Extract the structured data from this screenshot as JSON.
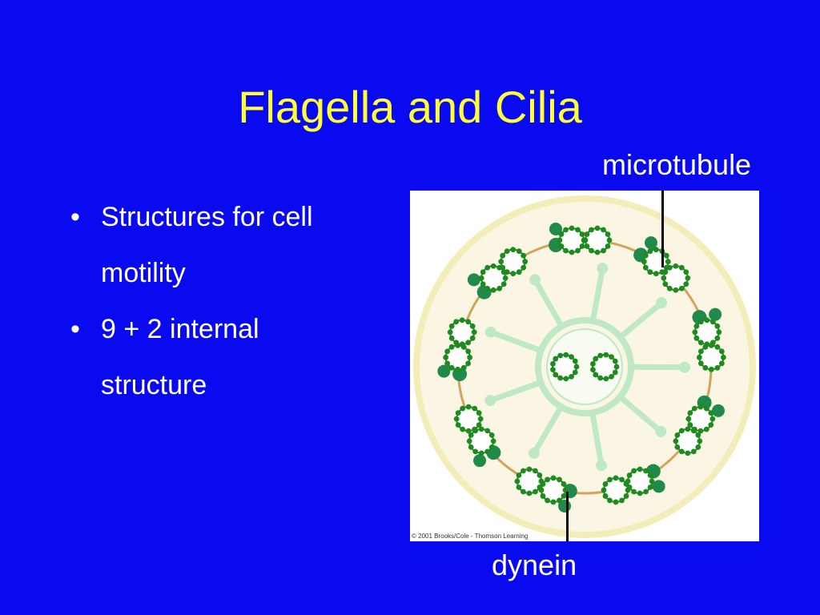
{
  "slide": {
    "title": "Flagella and Cilia",
    "bullets": [
      "Structures for cell motility",
      "9 + 2 internal structure"
    ]
  },
  "diagram": {
    "labels": {
      "microtubule": "microtubule",
      "dynein": "dynein"
    },
    "copyright": "© 2001 Brooks/Cole - Thomson Learning",
    "outer_doublets": 9,
    "central_singlets": 2,
    "colors": {
      "background": "#0a0af0",
      "title": "#ffff33",
      "membrane_fill": "#fbf6e4",
      "membrane_ring": "#f3eeb9",
      "spoke": "#bfe8c4",
      "microtubule": "#1f8a1f",
      "dynein": "#1f8a4a",
      "nexin": "#d4a25a"
    }
  }
}
